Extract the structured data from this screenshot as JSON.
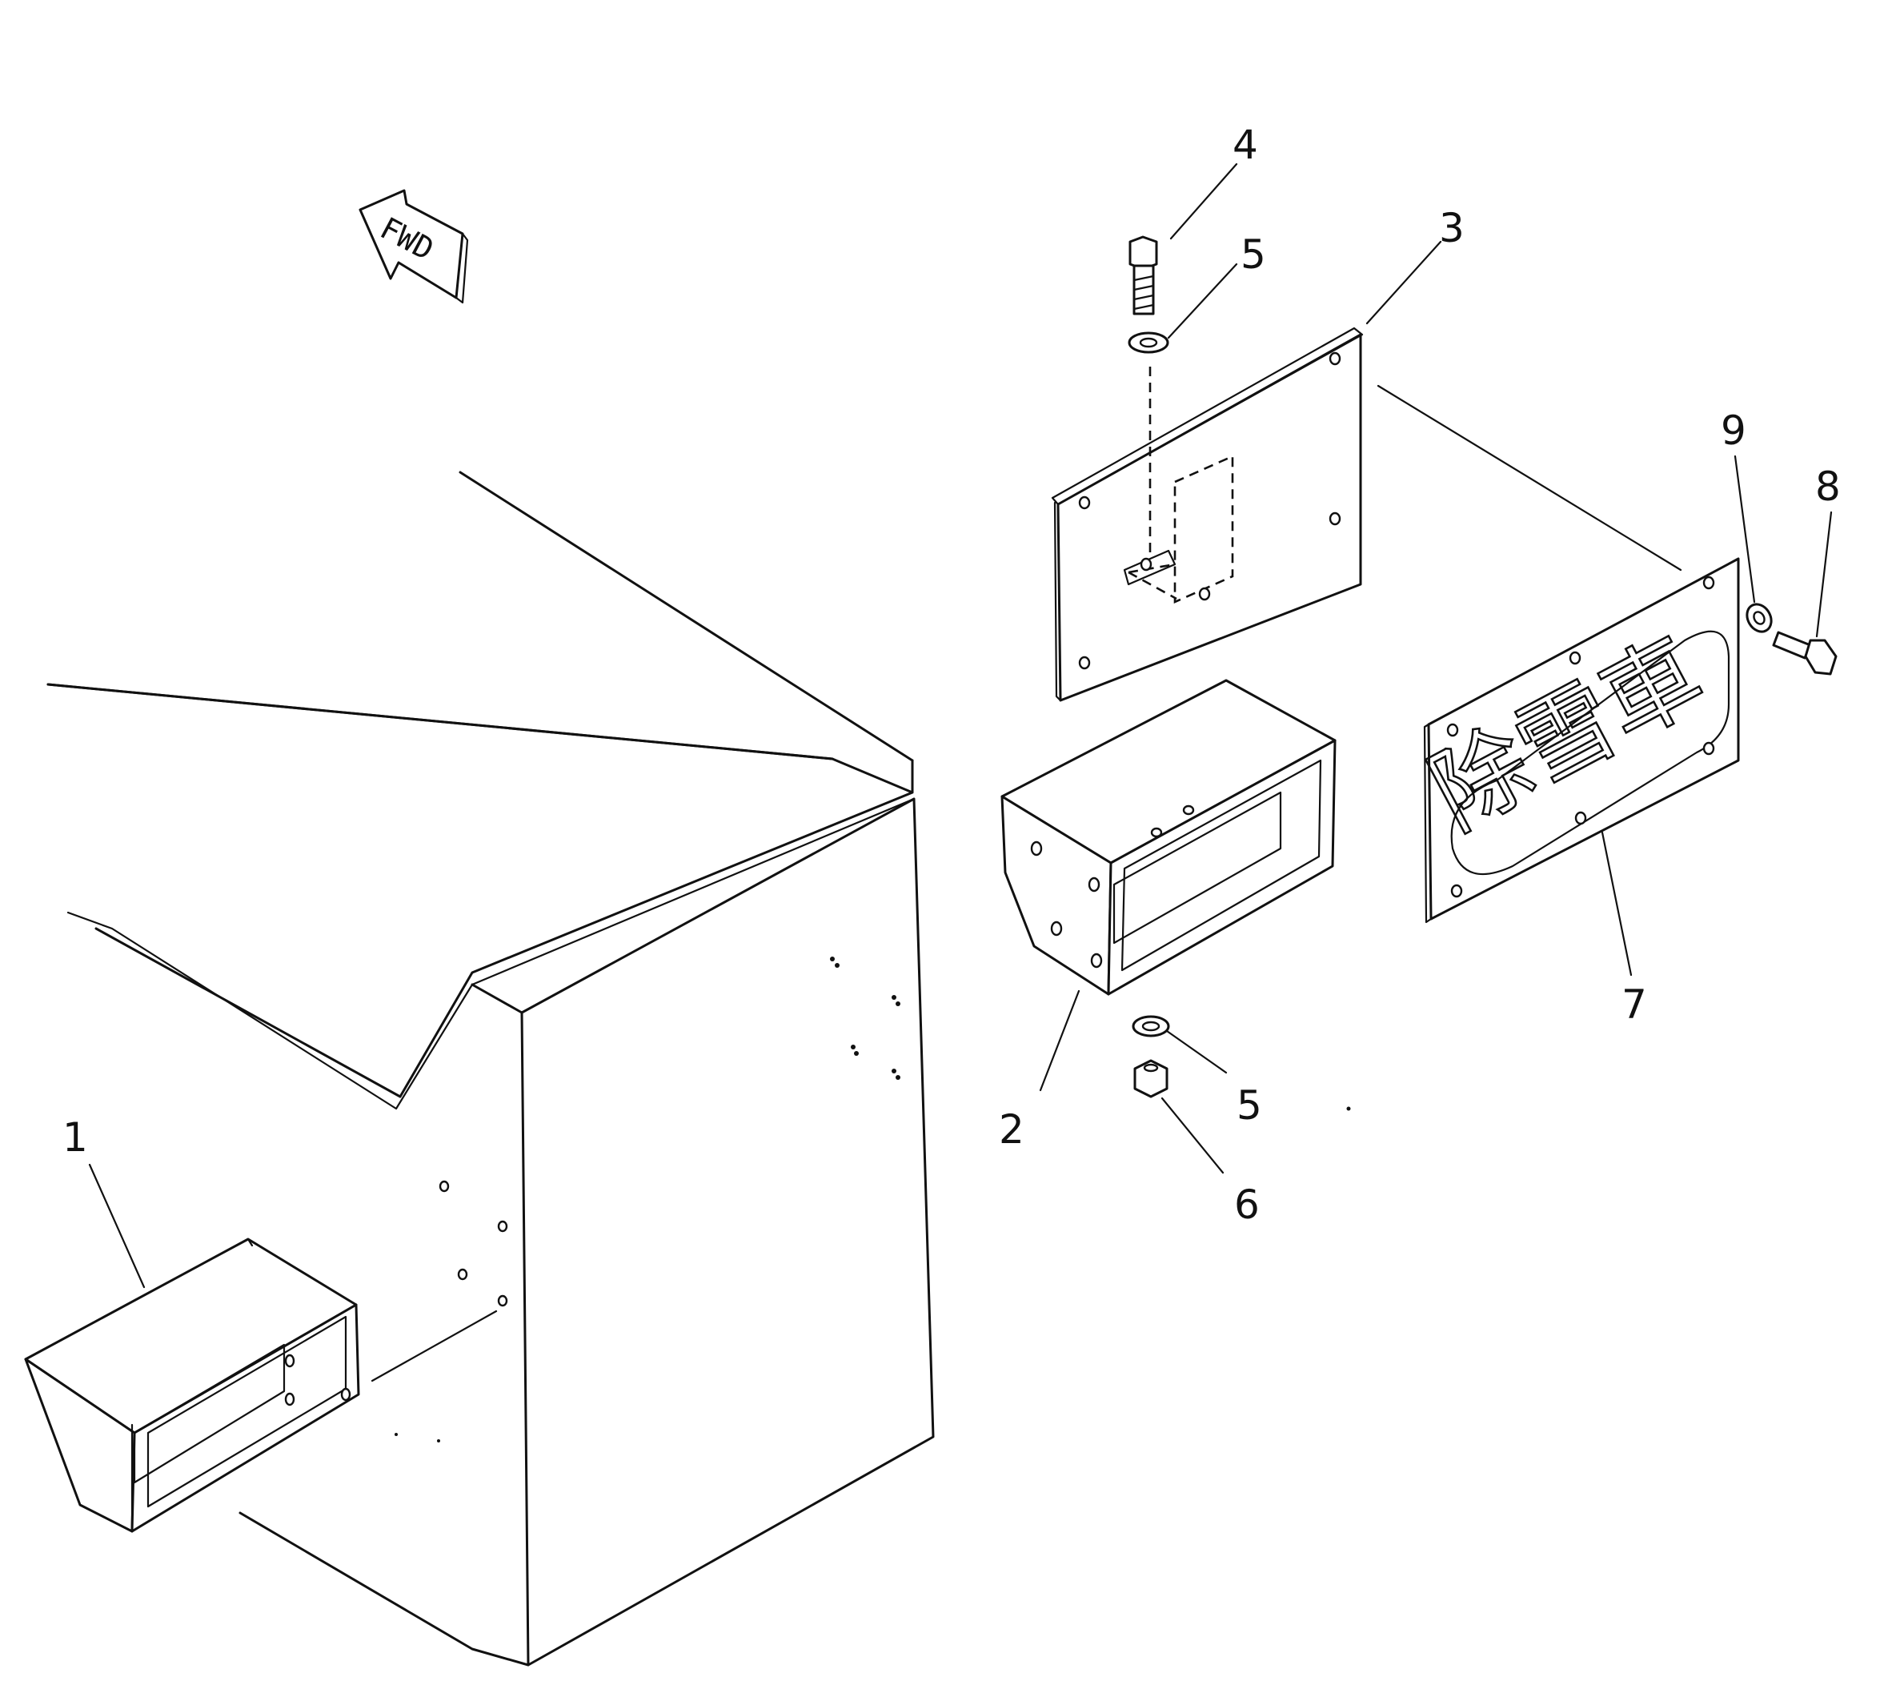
{
  "direction_marker": {
    "text": "FWD"
  },
  "plate_lettering": {
    "text": "除雪車"
  },
  "callouts": [
    {
      "key": "part-1",
      "label": "1"
    },
    {
      "key": "part-2",
      "label": "2"
    },
    {
      "key": "part-3",
      "label": "3"
    },
    {
      "key": "part-4",
      "label": "4"
    },
    {
      "key": "part-5-upper",
      "label": "5"
    },
    {
      "key": "part-5-lower",
      "label": "5"
    },
    {
      "key": "part-6",
      "label": "6"
    },
    {
      "key": "part-7",
      "label": "7"
    },
    {
      "key": "part-8",
      "label": "8"
    },
    {
      "key": "part-9",
      "label": "9"
    }
  ]
}
